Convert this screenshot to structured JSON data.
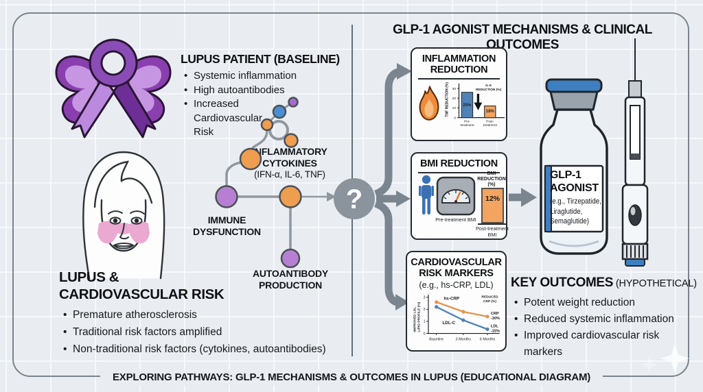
{
  "header": {
    "title": "GLP-1 AGONIST MECHANISMS & CLINICAL OUTCOMES"
  },
  "footer": {
    "caption": "EXPLORING PATHWAYS: GLP-1 MECHANISMS & OUTCOMES IN LUPUS (EDUCATIONAL DIAGRAM)"
  },
  "left_panel": {
    "patient": {
      "heading": "LUPUS PATIENT (BASELINE)",
      "bullets": [
        "Systemic inflammation",
        "High autoantibodies",
        "Increased Cardiovascular Risk"
      ]
    },
    "cardio_risk": {
      "heading": "LUPUS & CARDIOVASCULAR RISK",
      "bullets": [
        "Premature atherosclerosis",
        "Traditional risk factors amplified",
        "Non-traditional risk factors (cytokines, autoantibodies)"
      ]
    },
    "flow": {
      "cytokines_label": "INFLAMMATORY CYTOKINES",
      "cytokines_sub": "(IFN-α, IL-6, TNF)",
      "immune_label": "IMMUNE DYSFUNCTION",
      "autoantibody_label": "AUTOANTIBODY PRODUCTION",
      "question_mark": "?"
    }
  },
  "panels": {
    "inflammation": {
      "title": "INFLAMMATION REDUCTION",
      "chart": {
        "type": "bar",
        "ylabel": "TNF REDUCTION (%)",
        "yticks": [
          0,
          10,
          20,
          30
        ],
        "annotation": "IL-6 REDUCTION (%)",
        "bars": [
          {
            "category": "Pre-treatment",
            "value": 26,
            "label": "25%",
            "color": "#4f83b8"
          },
          {
            "category": "Post-treatment",
            "value": 12,
            "label": "18%",
            "color": "#f2a460"
          }
        ]
      }
    },
    "bmi": {
      "title": "BMI REDUCTION",
      "pre_label": "Pre-treatment BMI",
      "post_label": "Post-treatment BMI",
      "bar_header": "BMI REDUCTION (%)",
      "bar_value": "12%"
    },
    "cardio": {
      "title": "CARDIOVASCULAR RISK MARKERS",
      "subtitle": "(e.g., hs-CRP, LDL)",
      "chart": {
        "type": "line",
        "ylabel_lines": [
          "IMPROVED LDL",
          "LIPID PROFILE (%)"
        ],
        "yticks": [
          0,
          1,
          2,
          3
        ],
        "x": [
          "Baseline",
          "3 Months",
          "6 Months"
        ],
        "series": [
          {
            "name": "hs-CRP",
            "color": "#e8924a",
            "values": [
              2.6,
              1.8,
              1.4
            ]
          },
          {
            "name": "LDL-C",
            "color": "#4f83b8",
            "values": [
              2.2,
              1.1,
              0.35
            ]
          }
        ],
        "annotation_top": "REDUCED CRP (%)",
        "annotations": [
          "CRP -30%",
          "LDL -15%"
        ]
      }
    }
  },
  "glp1": {
    "label_title": "GLP-1 AGONIST",
    "label_sub_lines": [
      "(e.g., Tirzepatide,",
      "Liraglutide,",
      "Semaglutide)"
    ]
  },
  "outcomes": {
    "heading": "KEY OUTCOMES",
    "qualifier": " (HYPOTHETICAL)",
    "bullets": [
      "Potent weight reduction",
      "Reduced systemic inflammation",
      "Improved cardiovascular risk markers"
    ]
  }
}
